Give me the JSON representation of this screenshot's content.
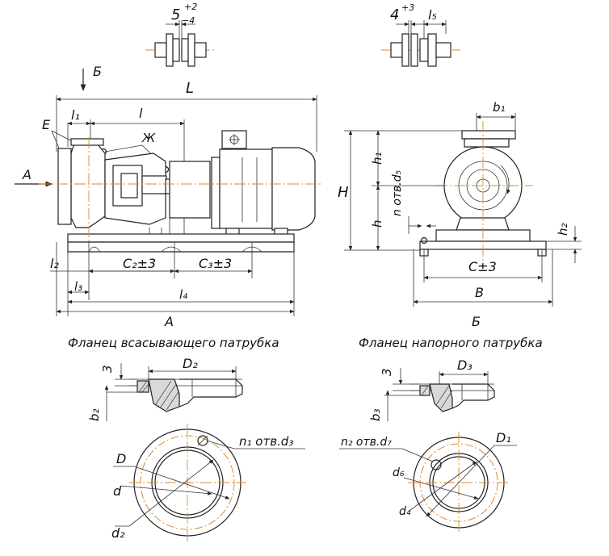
{
  "labels": {
    "gap_left": "5",
    "gap_left_sup": "+2",
    "gap_left_sub": "−4",
    "gap_right": "4",
    "gap_right_sup": "+3",
    "l5": "l₅",
    "b_arrow": "Б",
    "L": "L",
    "l1": "l₁",
    "l": "l",
    "E": "E",
    "zh": "Ж",
    "A_arrow": "A",
    "l2": "l₂",
    "c2": "C₂±3",
    "c3": "C₃±3",
    "l3": "l₃",
    "l4": "l₄",
    "A_bottom": "A",
    "b1": "b₁",
    "H": "H",
    "h1": "h₁",
    "n_d5": "n отв.d₅",
    "h": "h",
    "h2": "h₂",
    "c": "C±3",
    "B": "B",
    "B_view": "Б",
    "flange_suction": "Фланец всасывающего патрубка",
    "flange_pressure": "Фланец напорного патрубка",
    "three_left": "3",
    "D2": "D₂",
    "b2": "b₂",
    "three_right": "3",
    "D3": "D₃",
    "b3": "b₃",
    "D": "D",
    "n1_d3": "n₁ отв.d₃",
    "d": "d",
    "d2": "d₂",
    "n2_d7": "n₂ отв.d₇",
    "D1": "D₁",
    "d6": "d₆",
    "d4": "d₄"
  }
}
